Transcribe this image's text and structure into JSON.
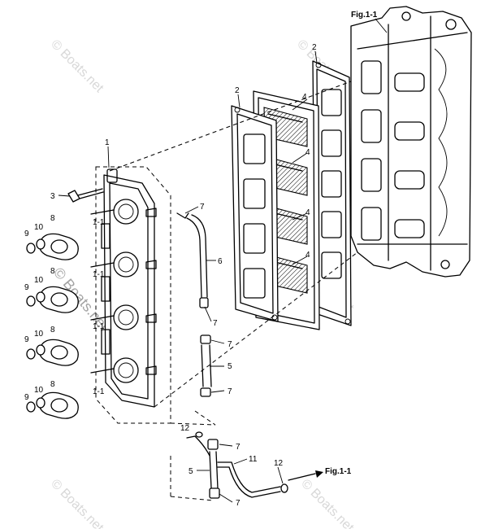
{
  "figure_refs": {
    "top": "Fig.1-1",
    "bottom": "Fig.1-1"
  },
  "watermark": "© Boats.net",
  "callouts": {
    "c1": "1",
    "c2a": "2",
    "c2b": "2",
    "c3": "3",
    "c4a": "4",
    "c4b": "4",
    "c4c": "4",
    "c4d": "4",
    "c5a": "5",
    "c5b": "5",
    "c6": "6",
    "c7a": "7",
    "c7b": "7",
    "c7c": "7",
    "c7d": "7",
    "c7e": "7",
    "c7f": "7",
    "c8a": "8",
    "c8b": "8",
    "c8c": "8",
    "c8d": "8",
    "c9a": "9",
    "c9b": "9",
    "c9c": "9",
    "c9d": "9",
    "c10a": "10",
    "c10b": "10",
    "c10c": "10",
    "c10d": "10",
    "c11": "11",
    "c12a": "12",
    "c12b": "12",
    "c1_1a": "1-1",
    "c1_1b": "1-1",
    "c1_1c": "1-1",
    "c1_1d": "1-1"
  }
}
